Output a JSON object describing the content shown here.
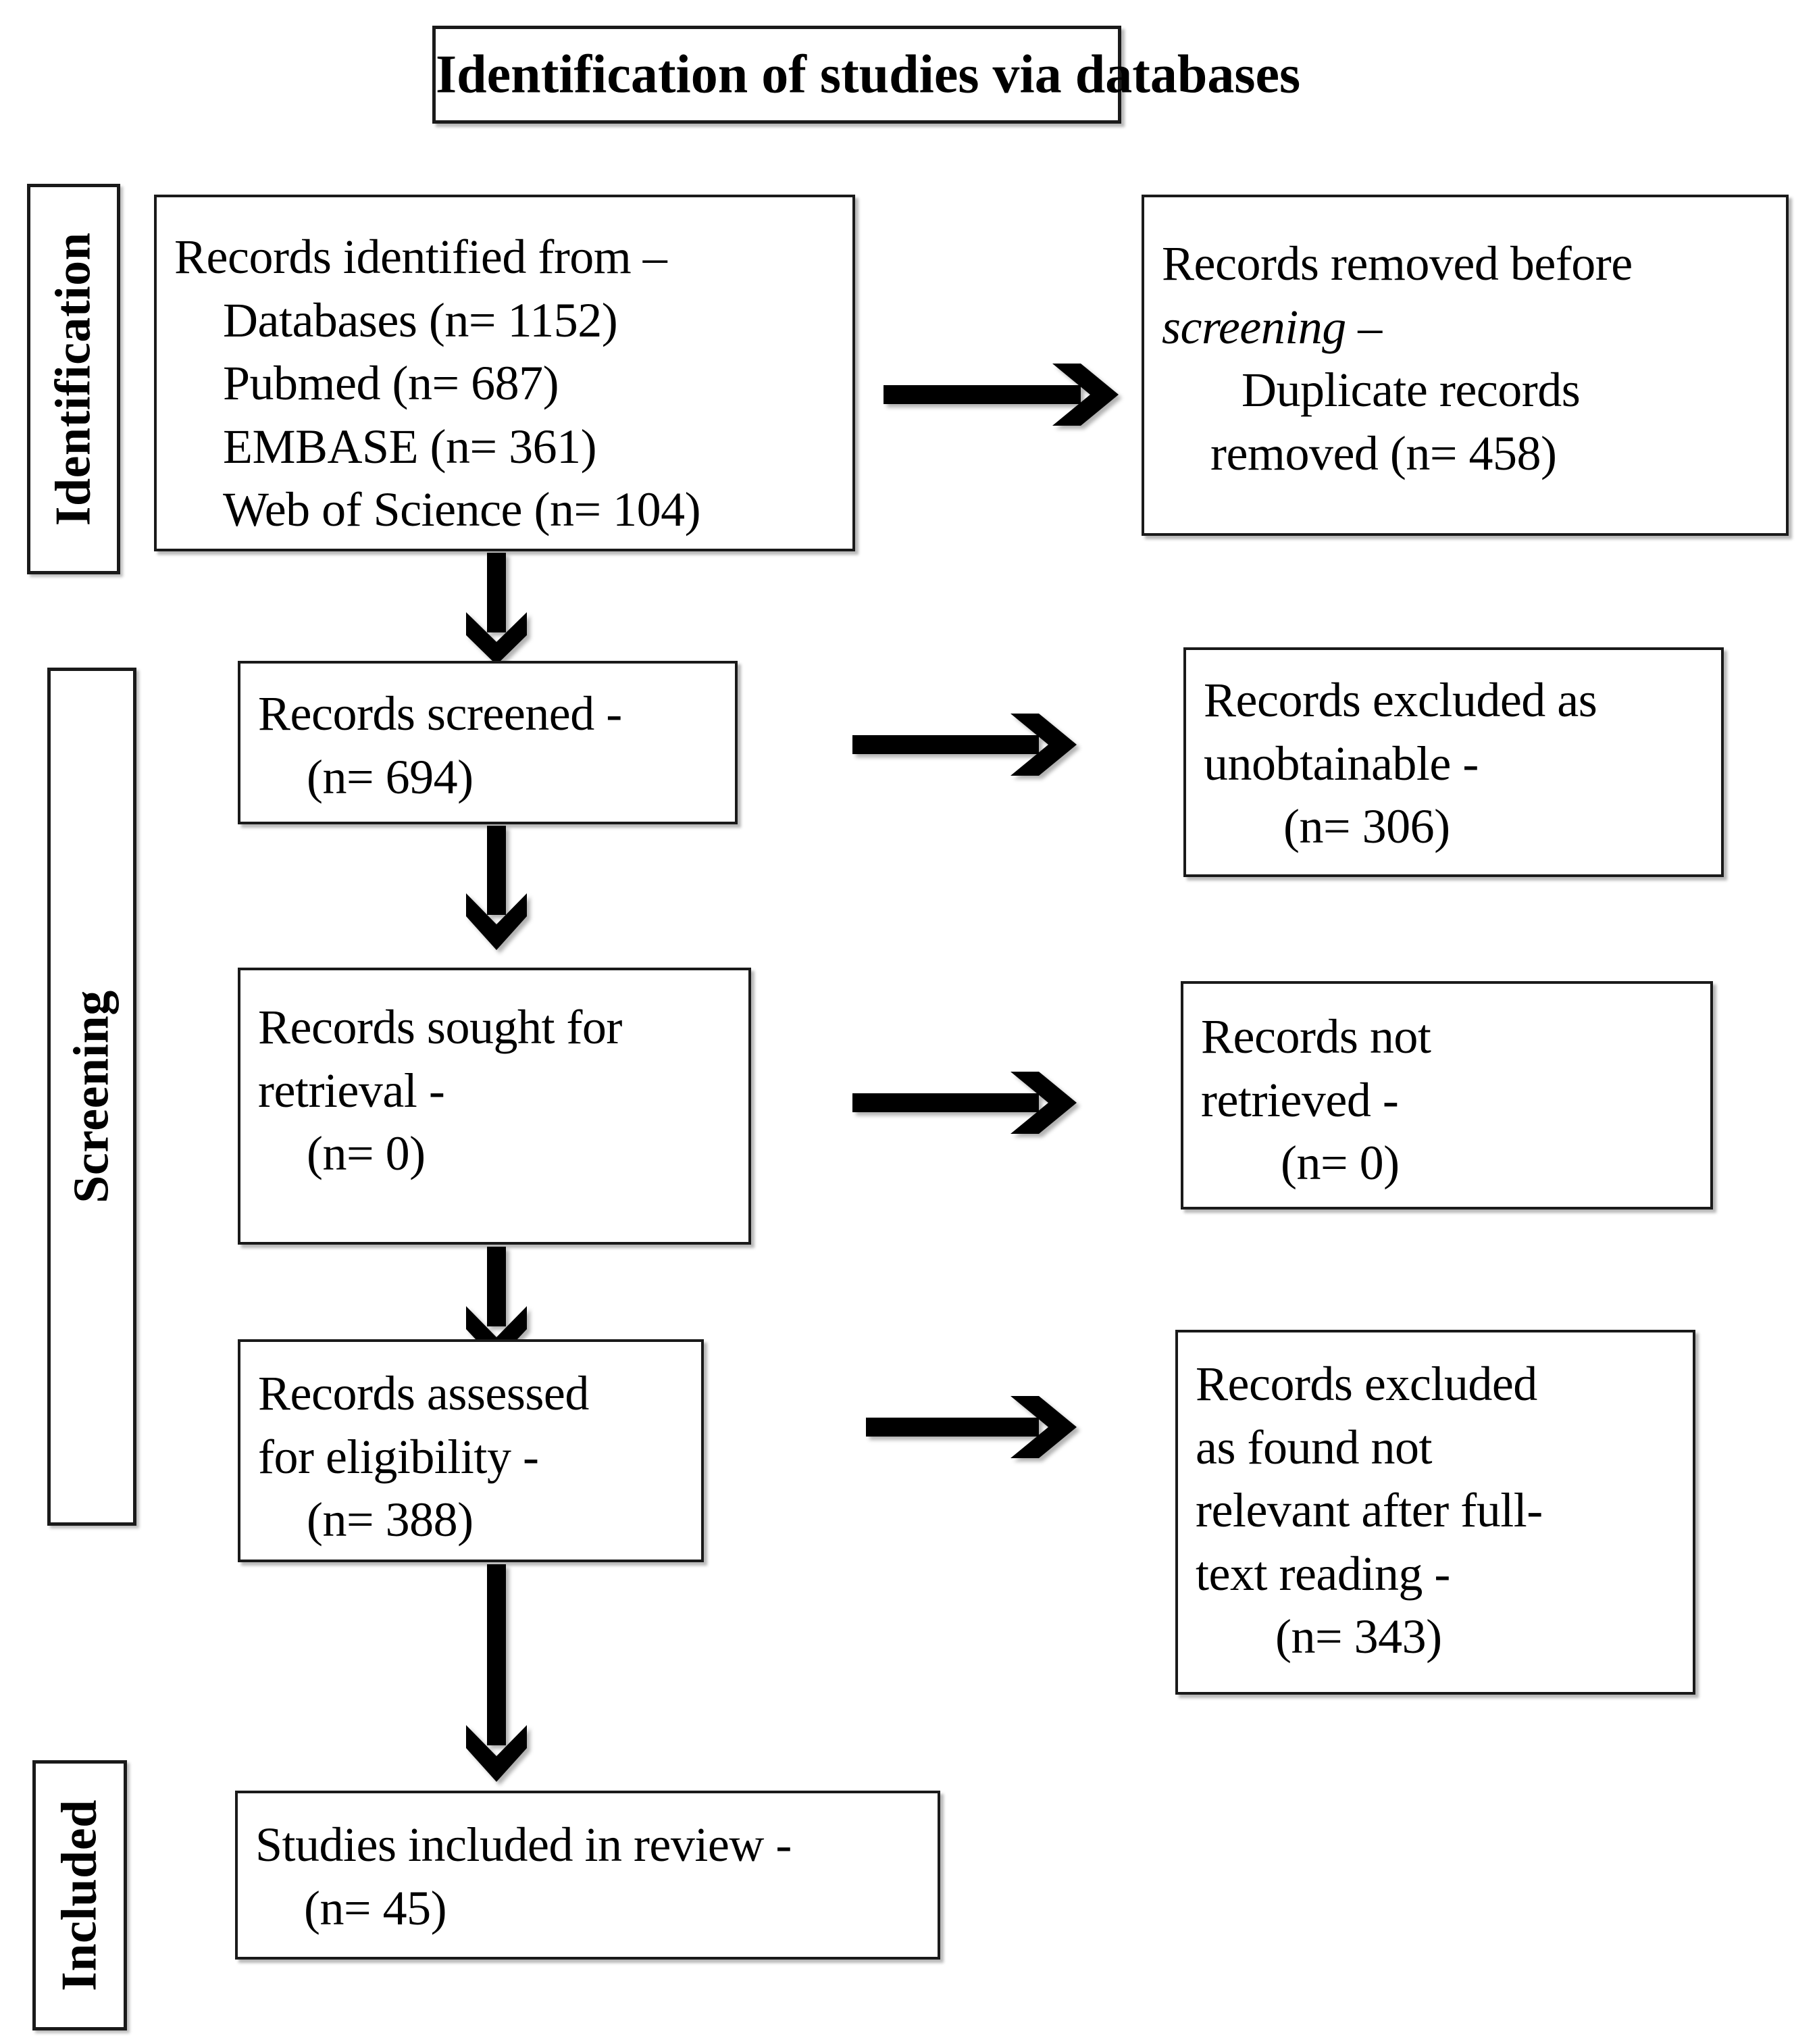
{
  "diagram": {
    "type": "prisma-flow-diagram",
    "title": "Identification of studies via databases",
    "stages": [
      {
        "id": "identification",
        "label": "Identification"
      },
      {
        "id": "screening",
        "label": "Screening"
      },
      {
        "id": "included",
        "label": "Included"
      }
    ],
    "boxes": {
      "identified": {
        "name": "records-identified-box",
        "lines": [
          "Records identified from –",
          "Databases (n= 1152)",
          "Pubmed (n= 687)",
          "EMBASE (n= 361)",
          "Web of Science (n= 104)"
        ]
      },
      "removed_before_screening": {
        "name": "records-removed-before-screening-box",
        "lines": [
          "Records removed before",
          "screening –",
          "Duplicate records",
          "removed (n= 458)"
        ],
        "line0_plain": "Records removed ",
        "line0_italic": "before",
        "line1_italic": "screening –"
      },
      "screened": {
        "name": "records-screened-box",
        "lines": [
          "Records screened -",
          "(n= 694)"
        ]
      },
      "excluded_unobtainable": {
        "name": "records-excluded-unobtainable-box",
        "lines": [
          "Records excluded as",
          "unobtainable -",
          "(n= 306)"
        ]
      },
      "sought_retrieval": {
        "name": "records-sought-for-retrieval-box",
        "lines": [
          "Records sought for",
          "retrieval -",
          "(n= 0)"
        ]
      },
      "not_retrieved": {
        "name": "records-not-retrieved-box",
        "lines": [
          "Records not",
          "retrieved -",
          "(n= 0)"
        ]
      },
      "assessed_eligibility": {
        "name": "records-assessed-for-eligibility-box",
        "lines": [
          "Records assessed",
          "for eligibility -",
          "(n= 388)"
        ]
      },
      "excluded_not_relevant": {
        "name": "records-excluded-not-relevant-box",
        "lines": [
          "Records excluded",
          "as found not",
          "relevant after full-",
          "text reading -",
          "(n= 343)"
        ]
      },
      "included_studies": {
        "name": "studies-included-in-review-box",
        "lines": [
          "Studies included in review -",
          "(n= 45)"
        ]
      }
    },
    "counts": {
      "databases_total": 1152,
      "pubmed": 687,
      "embase": 361,
      "web_of_science": 104,
      "duplicates_removed": 458,
      "screened": 694,
      "excluded_unobtainable": 306,
      "sought_for_retrieval": 0,
      "not_retrieved": 0,
      "assessed_for_eligibility": 388,
      "excluded_not_relevant": 343,
      "included": 45
    },
    "colors": {
      "line": "#1a1a1a",
      "text": "#000000",
      "background": "#ffffff"
    },
    "arrows": [
      {
        "name": "arrow-identified-to-removed",
        "direction": "right"
      },
      {
        "name": "arrow-identified-to-screened",
        "direction": "down"
      },
      {
        "name": "arrow-screened-to-excluded-unobtainable",
        "direction": "right"
      },
      {
        "name": "arrow-screened-to-sought",
        "direction": "down"
      },
      {
        "name": "arrow-sought-to-not-retrieved",
        "direction": "right"
      },
      {
        "name": "arrow-sought-to-assessed",
        "direction": "down"
      },
      {
        "name": "arrow-assessed-to-excluded-not-relevant",
        "direction": "right"
      },
      {
        "name": "arrow-assessed-to-included",
        "direction": "down"
      }
    ]
  }
}
